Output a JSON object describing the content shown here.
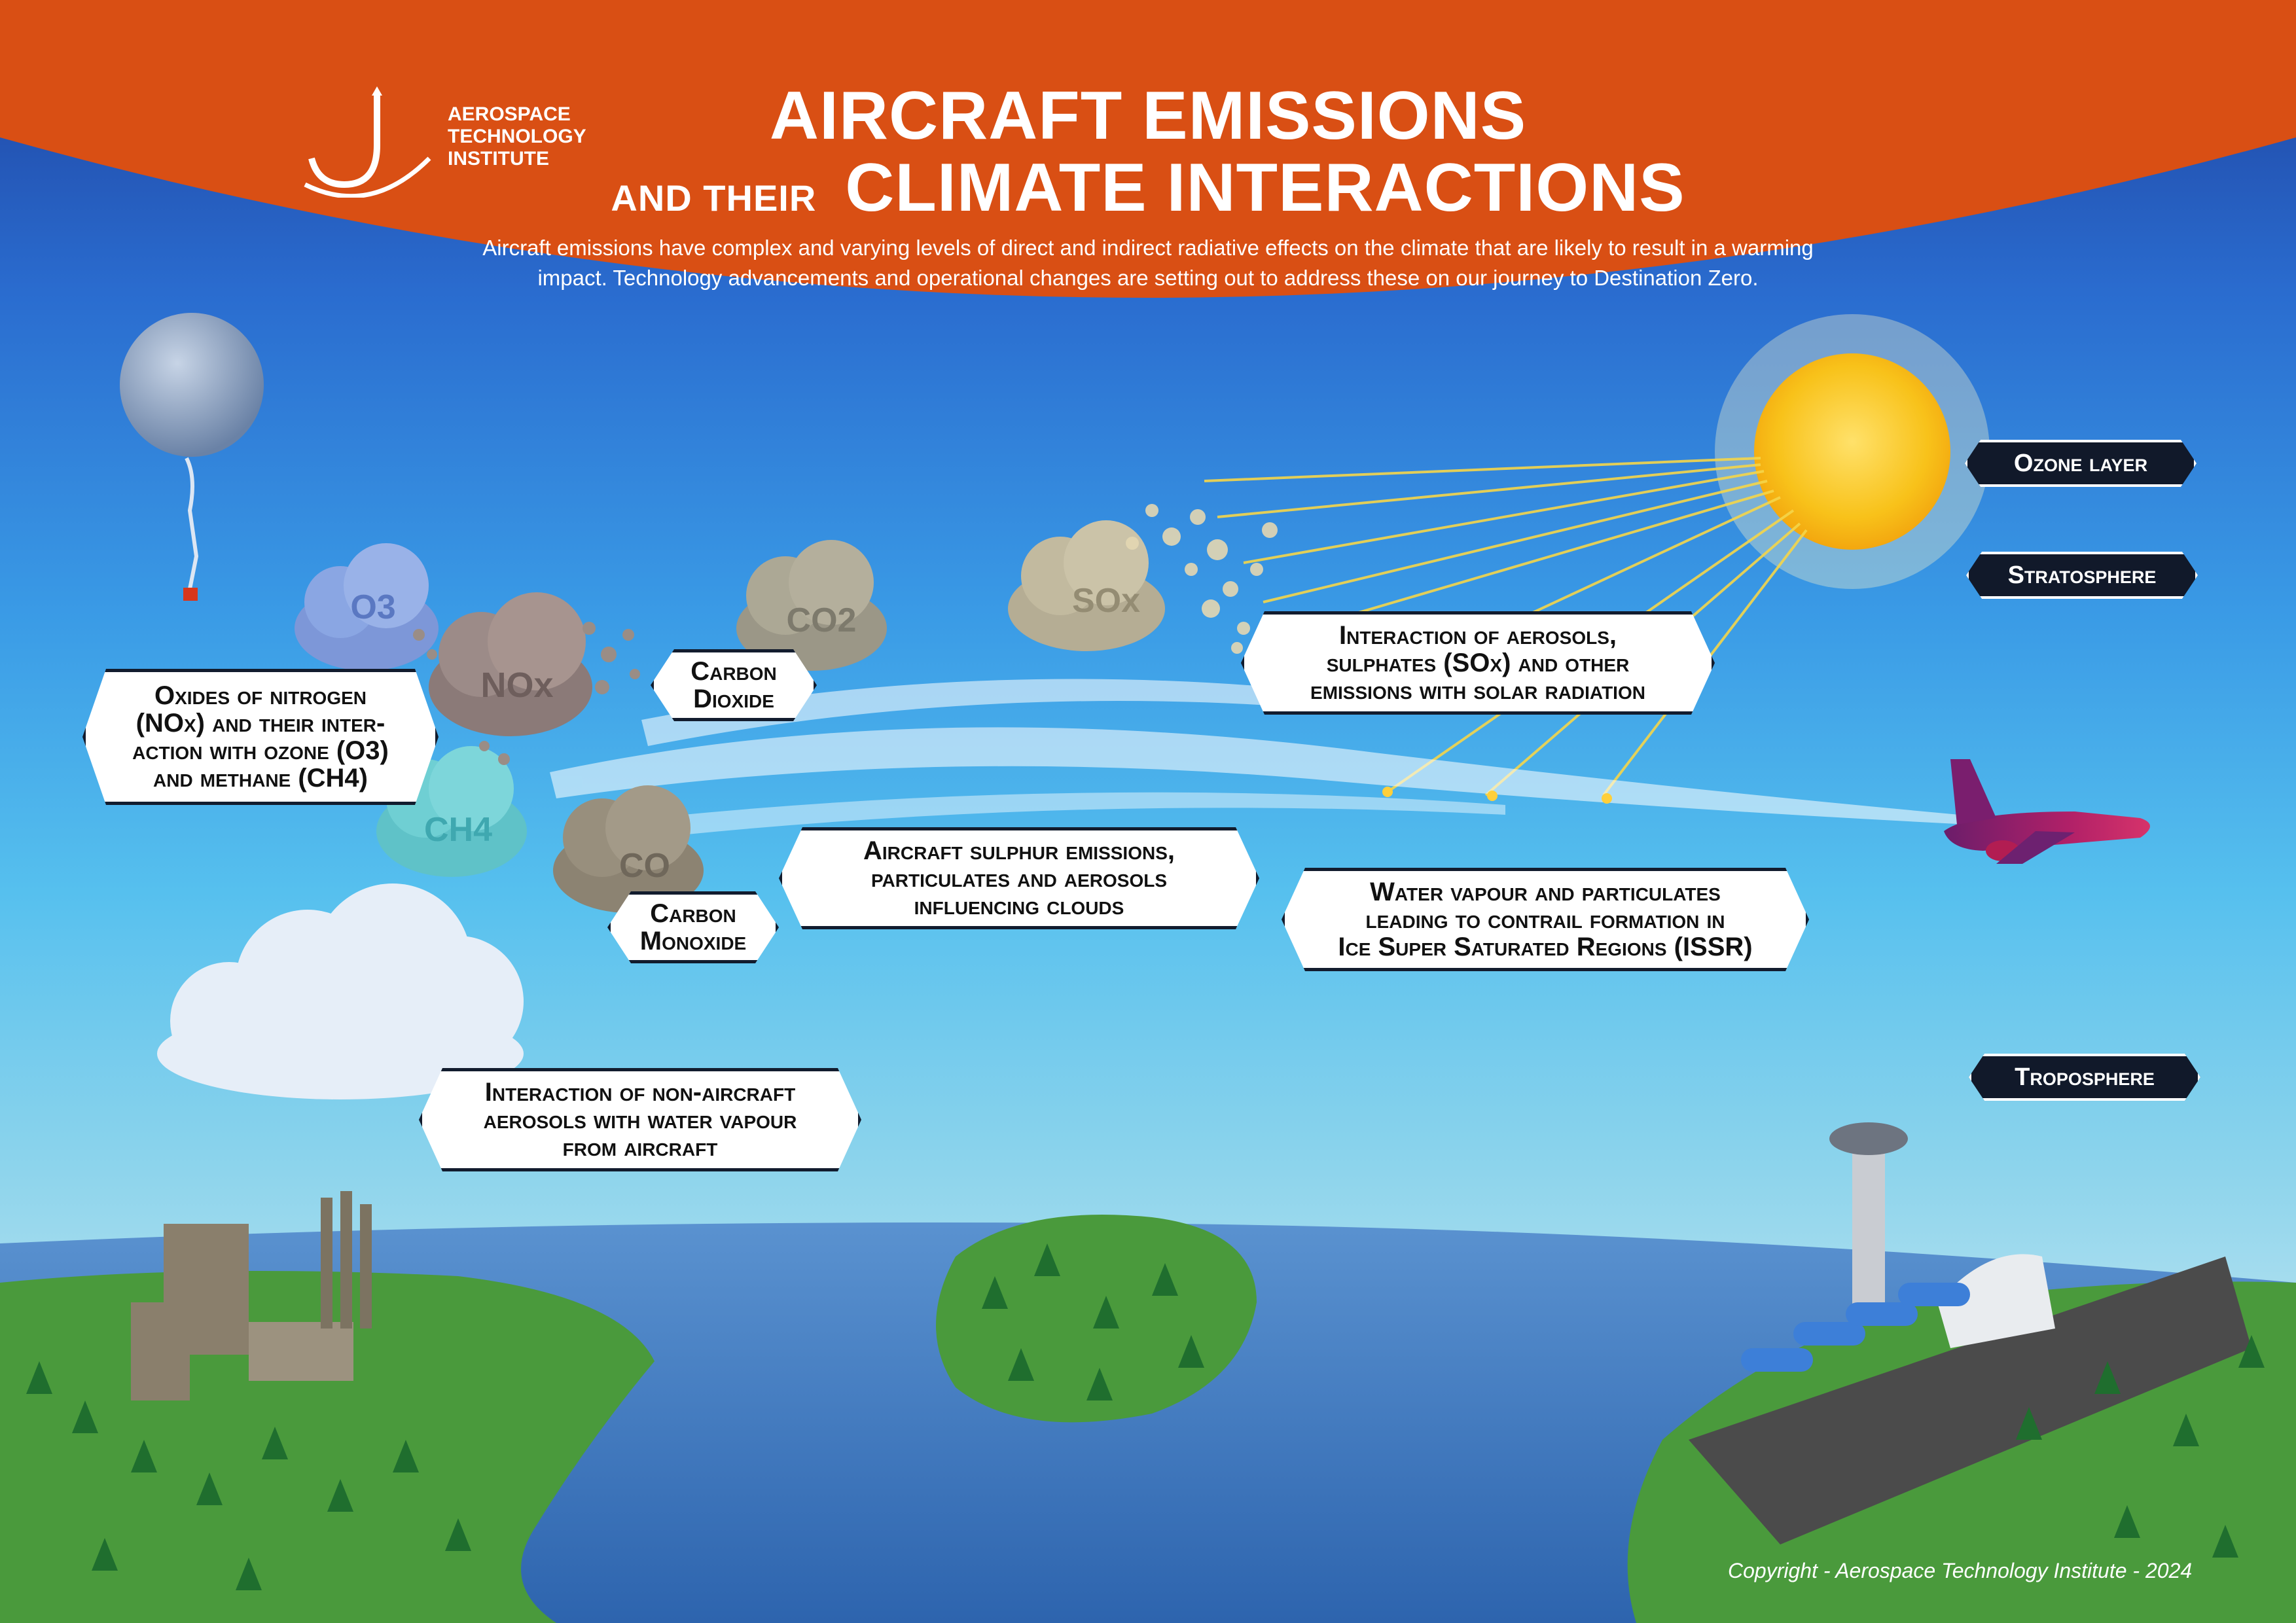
{
  "header": {
    "title_line1": "AIRCRAFT EMISSIONS",
    "title_prefix": "AND THEIR",
    "title_line2": "CLIMATE INTERACTIONS",
    "description": "Aircraft emissions have complex and varying levels of direct and indirect radiative effects on the climate that are likely to result in a warming impact. Technology advancements and operational changes are setting out to address these on our journey to Destination Zero."
  },
  "logo": {
    "line1": "AEROSPACE",
    "line2": "TECHNOLOGY",
    "line3": "INSTITUTE"
  },
  "atmosphere_layers": {
    "ozone": "Ozone layer",
    "stratosphere": "Stratosphere",
    "troposphere": "Troposphere"
  },
  "labels": {
    "nox": [
      "Oxides of nitrogen",
      "(NOx) and their inter-",
      "action with ozone (O3)",
      "and methane (CH4)"
    ],
    "co2": [
      "Carbon",
      "Dioxide"
    ],
    "co": [
      "Carbon",
      "Monoxide"
    ],
    "aerosols_solar": [
      "Interaction of aerosols,",
      "sulphates (SOx) and other",
      "emissions with solar radiation"
    ],
    "sulphur_clouds": [
      "Aircraft sulphur emissions,",
      "particulates and aerosols",
      "influencing clouds"
    ],
    "contrail": [
      "Water vapour and particulates",
      "leading to contrail formation in",
      "Ice Super Saturated Regions (ISSR)"
    ],
    "non_aircraft": [
      "Interaction of non-aircraft",
      "aerosols with water vapour",
      "from aircraft"
    ]
  },
  "clouds": {
    "o3": "O3",
    "nox": "NOx",
    "ch4": "CH4",
    "co2": "CO2",
    "co": "CO",
    "sox": "SOx"
  },
  "colors": {
    "header_orange": "#d94f14",
    "label_border": "#121c2e",
    "layer_badge": "#11192a",
    "sun": "#f8c21a",
    "land": "#4a9a3c",
    "water": "#3e7ec4"
  },
  "copyright": "Copyright - Aerospace Technology Institute - 2024"
}
